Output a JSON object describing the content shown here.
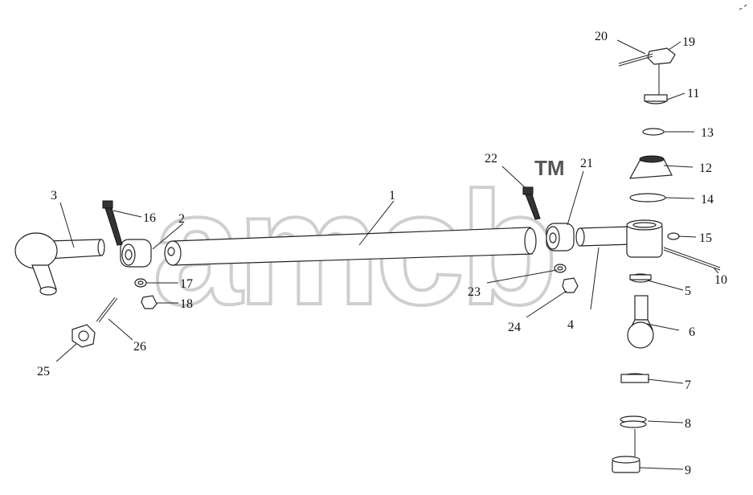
{
  "watermark": {
    "text": "amcb",
    "tm": "TM"
  },
  "labels": [
    {
      "id": "1",
      "text": "1"
    },
    {
      "id": "2",
      "text": "2"
    },
    {
      "id": "3",
      "text": "3"
    },
    {
      "id": "4",
      "text": "4"
    },
    {
      "id": "5",
      "text": "5"
    },
    {
      "id": "6",
      "text": "6"
    },
    {
      "id": "7",
      "text": "7"
    },
    {
      "id": "8",
      "text": "8"
    },
    {
      "id": "9",
      "text": "9"
    },
    {
      "id": "10",
      "text": "10"
    },
    {
      "id": "11",
      "text": "11"
    },
    {
      "id": "12",
      "text": "12"
    },
    {
      "id": "13",
      "text": "13"
    },
    {
      "id": "14",
      "text": "14"
    },
    {
      "id": "15",
      "text": "15"
    },
    {
      "id": "16",
      "text": "16"
    },
    {
      "id": "17",
      "text": "17"
    },
    {
      "id": "18",
      "text": "18"
    },
    {
      "id": "19",
      "text": "19"
    },
    {
      "id": "20",
      "text": "20"
    },
    {
      "id": "21",
      "text": "21"
    },
    {
      "id": "22",
      "text": "22"
    },
    {
      "id": "23",
      "text": "23"
    },
    {
      "id": "24",
      "text": "24"
    },
    {
      "id": "25",
      "text": "25"
    },
    {
      "id": "26",
      "text": "26"
    }
  ]
}
